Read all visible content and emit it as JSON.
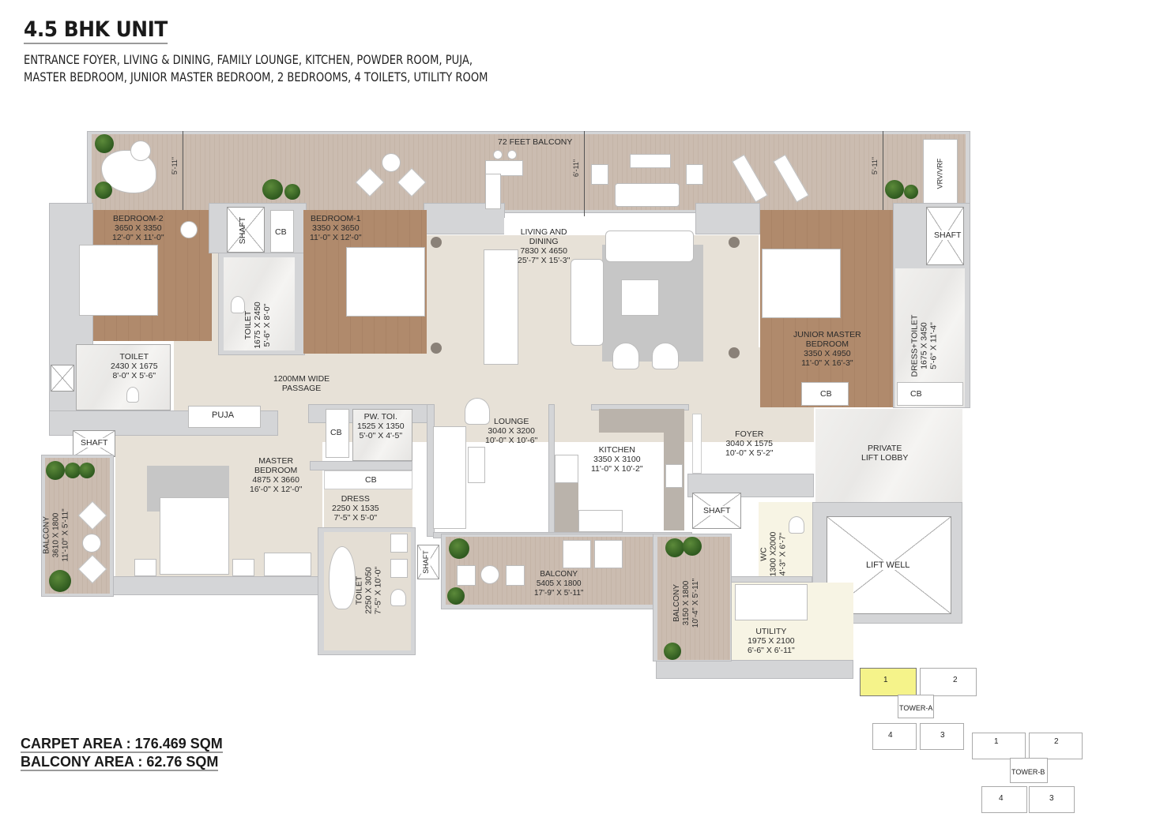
{
  "header": {
    "title": "4.5 BHK UNIT",
    "features_line1": "ENTRANCE FOYER, LIVING & DINING, FAMILY LOUNGE, KITCHEN, POWDER ROOM, PUJA,",
    "features_line2": "MASTER BEDROOM, JUNIOR MASTER BEDROOM, 2 BEDROOMS, 4 TOILETS, UTILITY ROOM"
  },
  "areas": {
    "carpet": "CARPET AREA : 176.469 SQM",
    "balcony": "BALCONY AREA : 62.76 SQM"
  },
  "colors": {
    "wall": "#d4d5d7",
    "deck": "#cbbcb0",
    "wood_floor": "#b08a6c",
    "stone_floor": "#e7e1d7",
    "plant": "#3d6b28",
    "selected_unit": "#f5f38a"
  },
  "rooms": {
    "top_balcony": {
      "name": "72 FEET BALCONY",
      "dims": [
        "5'-11\"",
        "6'-11\"",
        "5'-11\""
      ]
    },
    "vrv": {
      "name": "VRV/VRF"
    },
    "bedroom2": {
      "name": "BEDROOM-2",
      "mm": "3650 X 3350",
      "ft": "12'-0\" X 11'-0\""
    },
    "bedroom1": {
      "name": "BEDROOM-1",
      "mm": "3350 X 3650",
      "ft": "11'-0\" X 12'-0\""
    },
    "living": {
      "name1": "LIVING AND",
      "name2": "DINING",
      "mm": "7830 X 4650",
      "ft": "25'-7\" X 15'-3\""
    },
    "junior_master": {
      "name1": "JUNIOR MASTER",
      "name2": "BEDROOM",
      "mm": "3350 X 4950",
      "ft": "11'-0\" X 16'-3\""
    },
    "toilet_b1": {
      "name": "TOILET",
      "mm": "1675 X 2450",
      "ft": "5'-6\" X 8'-0\""
    },
    "toilet_b2": {
      "name": "TOILET",
      "mm": "2430 X 1675",
      "ft": "8'-0\" X 5'-6\""
    },
    "dress_toilet": {
      "name": "DRESS+TOILET",
      "mm": "1675 X 3450",
      "ft": "5'-6\" X 11'-4\""
    },
    "passage": {
      "name1": "1200MM WIDE",
      "name2": "PASSAGE"
    },
    "puja": {
      "name": "PUJA"
    },
    "pw_toi": {
      "name": "PW. TOI.",
      "mm": "1525 X 1350",
      "ft": "5'-0\" X 4'-5\""
    },
    "lounge": {
      "name": "LOUNGE",
      "mm": "3040 X 3200",
      "ft": "10'-0\" X 10'-6\""
    },
    "kitchen": {
      "name": "KITCHEN",
      "mm": "3350 X 3100",
      "ft": "11'-0\" X 10'-2\""
    },
    "foyer": {
      "name": "FOYER",
      "mm": "3040 X 1575",
      "ft": "10'-0\" X 5'-2\""
    },
    "lift_lobby": {
      "name1": "PRIVATE",
      "name2": "LIFT LOBBY"
    },
    "master_bedroom": {
      "name1": "MASTER",
      "name2": "BEDROOM",
      "mm": "4875 X 3660",
      "ft": "16'-0\" X 12'-0\""
    },
    "dress": {
      "name": "DRESS",
      "mm": "2250 X 1535",
      "ft": "7'-5\" X 5'-0\""
    },
    "toilet_master": {
      "name": "TOILET",
      "mm": "2250 X 3050",
      "ft": "7'-5\" X 10'-0\""
    },
    "balcony_master": {
      "name": "BALCONY",
      "mm": "3610 X 1800",
      "ft": "11'-10\" X 5'-11\""
    },
    "balcony_kitchen": {
      "name": "BALCONY",
      "mm": "5405 X 1800",
      "ft": "17'-9\" X 5'-11\""
    },
    "balcony_utility": {
      "name": "BALCONY",
      "mm": "3150 X 1800",
      "ft": "10'-4\" X 5'-11\""
    },
    "wc": {
      "name": "WC",
      "mm": "1300 X2000",
      "ft": "4'-3\" X 6'-7\""
    },
    "utility": {
      "name": "UTILITY",
      "mm": "1975 X 2100",
      "ft": "6'-6\" X 6'-11\""
    },
    "lift_well": {
      "name": "LIFT WELL"
    },
    "shaft": "SHAFT",
    "cb": "CB"
  },
  "key_plan": {
    "tower_a": {
      "label": "TOWER-A",
      "units": [
        "1",
        "2",
        "3",
        "4"
      ],
      "selected": "1"
    },
    "tower_b": {
      "label": "TOWER-B",
      "units": [
        "1",
        "2",
        "3",
        "4"
      ]
    }
  }
}
